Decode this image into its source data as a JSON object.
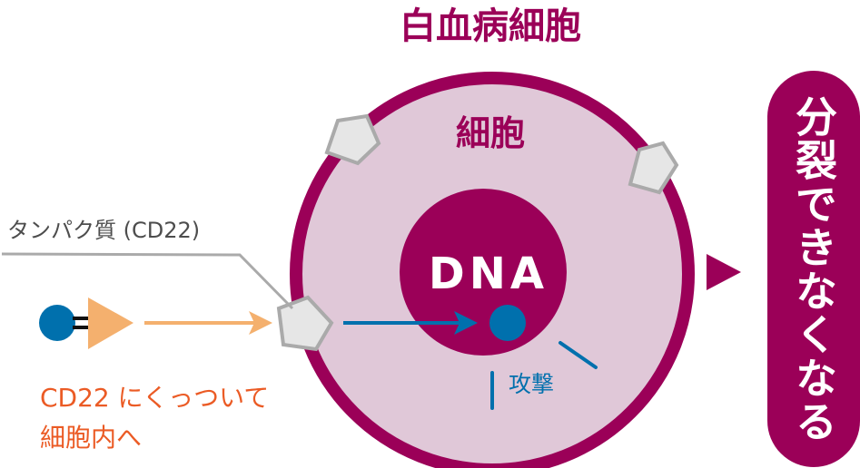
{
  "title": "白血病細胞",
  "cell_label": "細胞",
  "dna_label": "DNA",
  "protein_label": "タンパク質 (CD22)",
  "drug_caption_line1": "CD22 にくっついて",
  "drug_caption_line2": "細胞内へ",
  "attack_label": "攻撃",
  "result_label": "分裂できなくなる",
  "colors": {
    "primary": "#9b0058",
    "cell_fill": "#e0c8d8",
    "blue": "#0070ad",
    "orange": "#f4b06e",
    "caption_orange": "#eb5b25",
    "gray": "#aaaaaa",
    "pentagon_fill": "#e6e6e6"
  }
}
